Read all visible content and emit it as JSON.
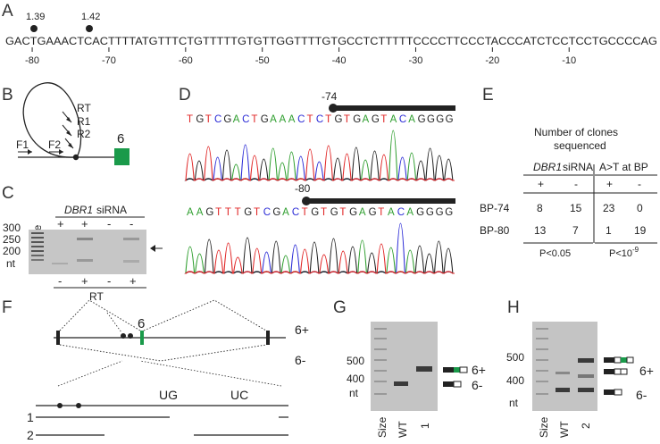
{
  "panels": {
    "A": {
      "letter": "A",
      "sequence": "GACTGAAACTCACTTTTATGTTTCTGTTTTTGTGTTGGTTTTGTGCCTCTTTTTCCCCTTCCCTACCCATCTCCTCCTGCCCCAG",
      "bp_labels": [
        "1.39",
        "1.42"
      ],
      "ticks": [
        "-80",
        "-70",
        "-60",
        "-50",
        "-40",
        "-30",
        "-20",
        "-10"
      ]
    },
    "B": {
      "letter": "B",
      "labels": [
        "RT",
        "R1",
        "R2",
        "F1",
        "F2"
      ],
      "exon": "6"
    },
    "C": {
      "letter": "C",
      "size_ladder": [
        "300",
        "250",
        "200"
      ],
      "unit": "nt",
      "size_label": "Size",
      "sirna_gene": "DBR1",
      "sirna_suffix": " siRNA",
      "sirna_signs": [
        "+",
        "+",
        "-",
        "-"
      ],
      "rt_signs": [
        "-",
        "+",
        "-",
        "+"
      ],
      "rt_label": "RT"
    },
    "D": {
      "letter": "D",
      "top_position": "-74",
      "top_sequence": "TGTCGACTGAAACTCTGTGAGTACAGGGG",
      "bottom_position": "-80",
      "bottom_sequence": "AAGTTTGTCGACTGTGTGAGTACAGGGG"
    },
    "E": {
      "letter": "E",
      "title_line1": "Number of clones",
      "title_line2": "sequenced",
      "col1_gene": "DBR1",
      "col1_suffix": " siRNA",
      "col2_header": "A>T at BP",
      "signs": [
        "+",
        "-",
        "+",
        "-"
      ],
      "rows": [
        {
          "label": "BP-74",
          "values": [
            "8",
            "15",
            "23",
            "0"
          ]
        },
        {
          "label": "BP-80",
          "values": [
            "13",
            "7",
            "1",
            "19"
          ]
        }
      ],
      "pvalue1": "P<0.05",
      "pvalue2": "P<10",
      "pvalue2_exp": "-9"
    },
    "F": {
      "letter": "F",
      "exon_label": "6",
      "isoform_plus": "6+",
      "isoform_minus": "6-",
      "motif1": "UG",
      "motif2": "UC",
      "construct1": "1",
      "construct2": "2"
    },
    "G": {
      "letter": "G",
      "ladder": [
        "500",
        "400"
      ],
      "unit": "nt",
      "lanes": [
        "Size",
        "WT",
        "1"
      ],
      "band_plus": "6+",
      "band_minus": "6-"
    },
    "H": {
      "letter": "H",
      "ladder": [
        "500",
        "400"
      ],
      "unit": "nt",
      "lanes": [
        "Size",
        "WT",
        "2"
      ],
      "band_plus": "6+",
      "band_minus": "6-"
    }
  },
  "colors": {
    "exon_green": "#1a9a4a",
    "trace_A": "#2e9e2e",
    "trace_C": "#2b2bd6",
    "trace_G": "#222222",
    "trace_T": "#e02424",
    "gel_bg": "#c4c4c4",
    "band": "#3a3a3a"
  }
}
